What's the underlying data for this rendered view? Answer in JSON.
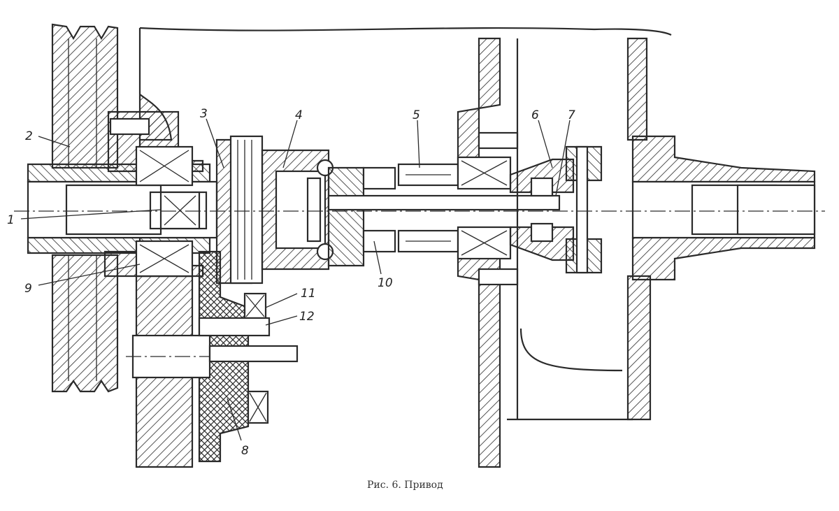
{
  "figure": {
    "caption": "Рис. 6. Привод",
    "labels": [
      {
        "id": "1",
        "text": "1"
      },
      {
        "id": "2",
        "text": "2"
      },
      {
        "id": "3",
        "text": "3"
      },
      {
        "id": "4",
        "text": "4"
      },
      {
        "id": "5",
        "text": "5"
      },
      {
        "id": "6",
        "text": "6"
      },
      {
        "id": "7",
        "text": "7"
      },
      {
        "id": "8",
        "text": "8"
      },
      {
        "id": "9",
        "text": "9"
      },
      {
        "id": "10",
        "text": "10"
      },
      {
        "id": "11",
        "text": "11"
      },
      {
        "id": "12",
        "text": "12"
      }
    ]
  }
}
